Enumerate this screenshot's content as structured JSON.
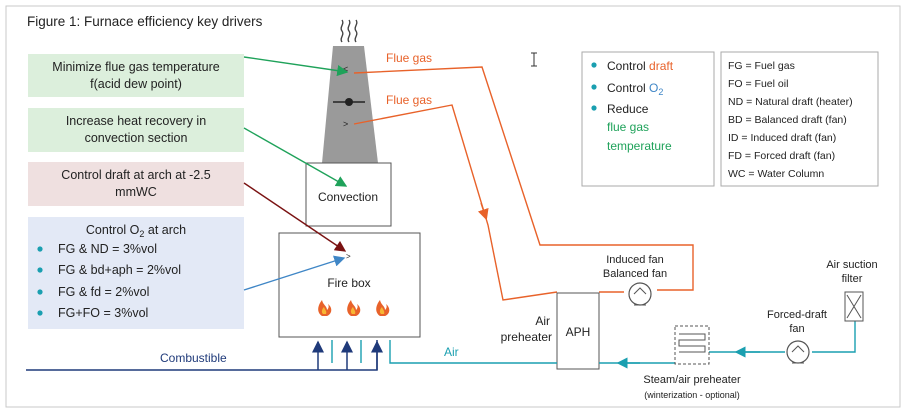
{
  "figure": {
    "title": "Figure 1: Furnace efficiency key drivers"
  },
  "drivers": {
    "flue_temp": {
      "line1": "Minimize flue gas temperature",
      "line2": "f(acid dew point)"
    },
    "heat_recovery": {
      "line1": "Increase heat recovery in",
      "line2": "convection section"
    },
    "draft": {
      "line1": "Control draft at arch at -2.5",
      "line2": "mmWC"
    },
    "o2": {
      "heading_prefix": "Control O",
      "heading_sub": "2",
      "heading_suffix": " at arch",
      "items": [
        "FG & ND = 3%vol",
        "FG & bd+aph = 2%vol",
        "FG & fd = 2%vol",
        "FG+FO = 3%vol"
      ]
    }
  },
  "furnace": {
    "convection": "Convection",
    "firebox": "Fire box",
    "combustible": "Combustible",
    "air": "Air"
  },
  "flow_labels": {
    "flue_gas_1": "Flue gas",
    "flue_gas_2": "Flue gas",
    "induced_fan": "Induced fan",
    "balanced_fan": "Balanced fan",
    "aph": "APH",
    "air_preheater_1": "Air",
    "air_preheater_2": "preheater",
    "air_suction_1": "Air suction",
    "air_suction_2": "filter",
    "forced_draft_1": "Forced-draft",
    "forced_draft_2": "fan",
    "steam_air": "Steam/air preheater",
    "winterization": "(winterization  - optional)"
  },
  "control_box": {
    "item1_prefix": "Control ",
    "item1_word": "draft",
    "item2_prefix": "Control ",
    "item2_word": "O",
    "item2_sub": "2",
    "item3_line1": "Reduce",
    "item3_line2": "flue gas",
    "item3_line3": "temperature"
  },
  "legend": [
    "FG = Fuel gas",
    "FO = Fuel oil",
    "ND = Natural draft (heater)",
    "BD = Balanced draft (fan)",
    "ID = Induced draft (fan)",
    "FD = Forced draft (fan)",
    "WC = Water Column"
  ],
  "colors": {
    "orange": "#e8622a",
    "teal": "#1a9fb0",
    "green": "#1fa25a",
    "navy": "#1f3a7a",
    "maroon": "#7a1212",
    "driver_green_bg": "#dcefdc",
    "driver_pink_bg": "#efe0e0",
    "driver_blue_bg": "#e3e9f6",
    "stack_gray": "#9a9a9a"
  }
}
